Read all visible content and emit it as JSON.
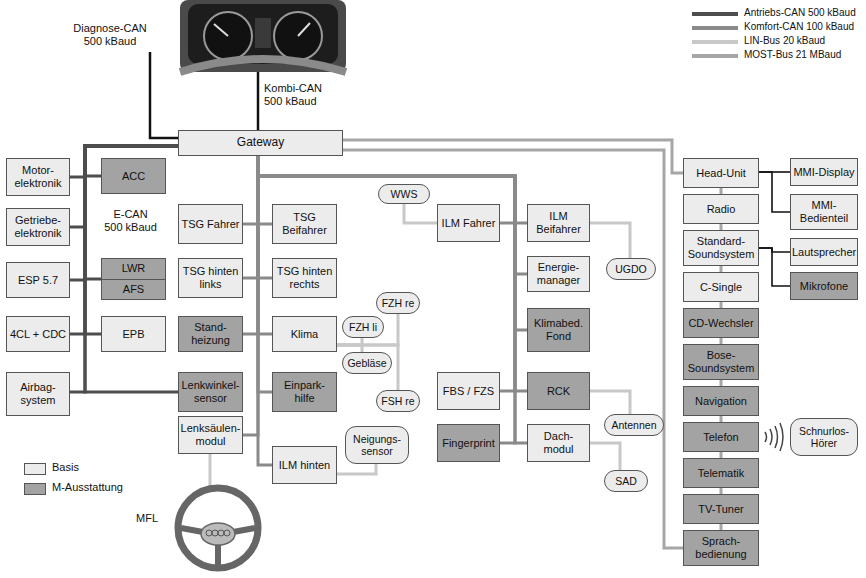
{
  "diagram": {
    "nodes": [
      {
        "text": [
          "Gateway"
        ]
      },
      {
        "text": [
          "Motor- elektronik"
        ]
      },
      {
        "text": [
          "ACC"
        ]
      },
      {
        "text": [
          "Getriebe- elektronik"
        ]
      },
      {
        "text": [
          "ESP 5.7"
        ]
      },
      {
        "text": [
          "LWR",
          "AFS"
        ]
      },
      {
        "text": [
          "4CL + CDC"
        ]
      },
      {
        "text": [
          "EPB"
        ]
      },
      {
        "text": [
          "Airbag- system"
        ]
      },
      {
        "text": [
          "TSG Fahrer"
        ]
      },
      {
        "text": [
          "TSG Beifahrer"
        ]
      },
      {
        "text": [
          "TSG hinten links"
        ]
      },
      {
        "text": [
          "TSG hinten rechts"
        ]
      },
      {
        "text": [
          "Stand- heizung"
        ]
      },
      {
        "text": [
          "Klima"
        ]
      },
      {
        "text": [
          "FZH re"
        ]
      },
      {
        "text": [
          "FZH li"
        ]
      },
      {
        "text": [
          "Gebläse"
        ]
      },
      {
        "text": [
          "FSH re"
        ]
      },
      {
        "text": [
          "Lenkwinkel- sensor"
        ]
      },
      {
        "text": [
          "Einpark- hilfe"
        ]
      },
      {
        "text": [
          "Lenksäulen- modul"
        ]
      },
      {
        "text": [
          "Neigungs- sensor"
        ]
      },
      {
        "text": [
          "ILM hinten"
        ]
      },
      {
        "text": [
          "WWS"
        ]
      },
      {
        "text": [
          "ILM Fahrer"
        ]
      },
      {
        "text": [
          "ILM Beifahrer"
        ]
      },
      {
        "text": [
          "UGDO"
        ]
      },
      {
        "text": [
          "Energie- manager"
        ]
      },
      {
        "text": [
          "Klimabed. Fond"
        ]
      },
      {
        "text": [
          "FBS / FZS"
        ]
      },
      {
        "text": [
          "RCK"
        ]
      },
      {
        "text": [
          "Antennen"
        ]
      },
      {
        "text": [
          "Fingerprint"
        ]
      },
      {
        "text": [
          "Dach- modul"
        ]
      },
      {
        "text": [
          "SAD"
        ]
      },
      {
        "text": [
          "Head-Unit"
        ]
      },
      {
        "text": [
          "MMI-Display"
        ]
      },
      {
        "text": [
          "MMI- Bedienteil"
        ]
      },
      {
        "text": [
          "Radio"
        ]
      },
      {
        "text": [
          "Standard- Soundsystem"
        ]
      },
      {
        "text": [
          "Lautsprecher"
        ]
      },
      {
        "text": [
          "C-Single"
        ]
      },
      {
        "text": [
          "Mikrofone"
        ]
      },
      {
        "text": [
          "CD-Wechsler"
        ]
      },
      {
        "text": [
          "Bose- Soundsystem"
        ]
      },
      {
        "text": [
          "Navigation"
        ]
      },
      {
        "text": [
          "Telefon"
        ]
      },
      {
        "text": [
          "Schnurlos- Hörer"
        ]
      },
      {
        "text": [
          "Telematik"
        ]
      },
      {
        "text": [
          "TV-Tuner"
        ]
      },
      {
        "text": [
          "Sprach- bedienung"
        ]
      }
    ],
    "edges": [
      {
        "from": 0,
        "to": 1,
        "arrow": "none"
      },
      {
        "from": 0,
        "to": 2,
        "arrow": "none"
      },
      {
        "from": 0,
        "to": 3,
        "arrow": "none"
      },
      {
        "from": 0,
        "to": 4,
        "arrow": "none"
      },
      {
        "from": 0,
        "to": 5,
        "arrow": "none"
      },
      {
        "from": 0,
        "to": 6,
        "arrow": "none"
      },
      {
        "from": 0,
        "to": 7,
        "arrow": "none"
      },
      {
        "from": 0,
        "to": 8,
        "arrow": "none"
      },
      {
        "from": 0,
        "to": 19,
        "arrow": "none"
      },
      {
        "from": 0,
        "to": 9,
        "arrow": "none"
      },
      {
        "from": 0,
        "to": 10,
        "arrow": "none"
      },
      {
        "from": 0,
        "to": 11,
        "arrow": "none"
      },
      {
        "from": 0,
        "to": 12,
        "arrow": "none"
      },
      {
        "from": 0,
        "to": 13,
        "arrow": "none"
      },
      {
        "from": 0,
        "to": 14,
        "arrow": "none"
      },
      {
        "from": 0,
        "to": 20,
        "arrow": "none"
      },
      {
        "from": 0,
        "to": 21,
        "arrow": "none"
      },
      {
        "from": 0,
        "to": 23,
        "arrow": "none"
      },
      {
        "from": 0,
        "to": 25,
        "arrow": "none"
      },
      {
        "from": 0,
        "to": 26,
        "arrow": "none"
      },
      {
        "from": 0,
        "to": 28,
        "arrow": "none"
      },
      {
        "from": 0,
        "to": 29,
        "arrow": "none"
      },
      {
        "from": 0,
        "to": 30,
        "arrow": "none"
      },
      {
        "from": 0,
        "to": 31,
        "arrow": "none"
      },
      {
        "from": 0,
        "to": 33,
        "arrow": "none"
      },
      {
        "from": 0,
        "to": 34,
        "arrow": "none"
      },
      {
        "from": 14,
        "to": 15,
        "arrow": "none"
      },
      {
        "from": 14,
        "to": 16,
        "arrow": "none"
      },
      {
        "from": 14,
        "to": 17,
        "arrow": "none"
      },
      {
        "from": 14,
        "to": 18,
        "arrow": "none"
      },
      {
        "from": 23,
        "to": 22,
        "arrow": "none"
      },
      {
        "from": 24,
        "to": 25,
        "arrow": "none"
      },
      {
        "from": 26,
        "to": 27,
        "arrow": "none"
      },
      {
        "from": 31,
        "to": 32,
        "arrow": "none"
      },
      {
        "from": 34,
        "to": 35,
        "arrow": "none"
      },
      {
        "from": 36,
        "to": 37,
        "arrow": "none"
      },
      {
        "from": 36,
        "to": 38,
        "arrow": "none"
      },
      {
        "from": 40,
        "to": 41,
        "arrow": "none"
      },
      {
        "from": 40,
        "to": 43,
        "arrow": "none"
      },
      {
        "from": 0,
        "to": 36,
        "arrow": "none"
      },
      {
        "from": 36,
        "to": 39,
        "arrow": "none"
      },
      {
        "from": 39,
        "to": 40,
        "arrow": "none"
      },
      {
        "from": 40,
        "to": 42,
        "arrow": "none"
      },
      {
        "from": 42,
        "to": 44,
        "arrow": "none"
      },
      {
        "from": 44,
        "to": 45,
        "arrow": "none"
      },
      {
        "from": 45,
        "to": 46,
        "arrow": "none"
      },
      {
        "from": 46,
        "to": 47,
        "arrow": "none"
      },
      {
        "from": 47,
        "to": 49,
        "arrow": "none"
      },
      {
        "from": 49,
        "to": 50,
        "arrow": "none"
      },
      {
        "from": 50,
        "to": 51,
        "arrow": "none"
      },
      {
        "from": 51,
        "to": 0,
        "arrow": "none"
      }
    ],
    "labels": [
      "Diagnose-CAN 500 kBaud",
      "Kombi-CAN 500 kBaud",
      "E-CAN 500 kBaud",
      "MFL"
    ],
    "legend": [
      {
        "text": "Antriebs-CAN 500 kBaud"
      },
      {
        "text": "Komfort-CAN 100 kBaud"
      },
      {
        "text": "LIN-Bus 20 kBaud"
      },
      {
        "text": "MOST-Bus 21 MBaud"
      },
      {
        "text": "Basis",
        "color": "#ececec"
      },
      {
        "text": "M-Ausstattung",
        "color": "#a3a3a3"
      }
    ]
  }
}
